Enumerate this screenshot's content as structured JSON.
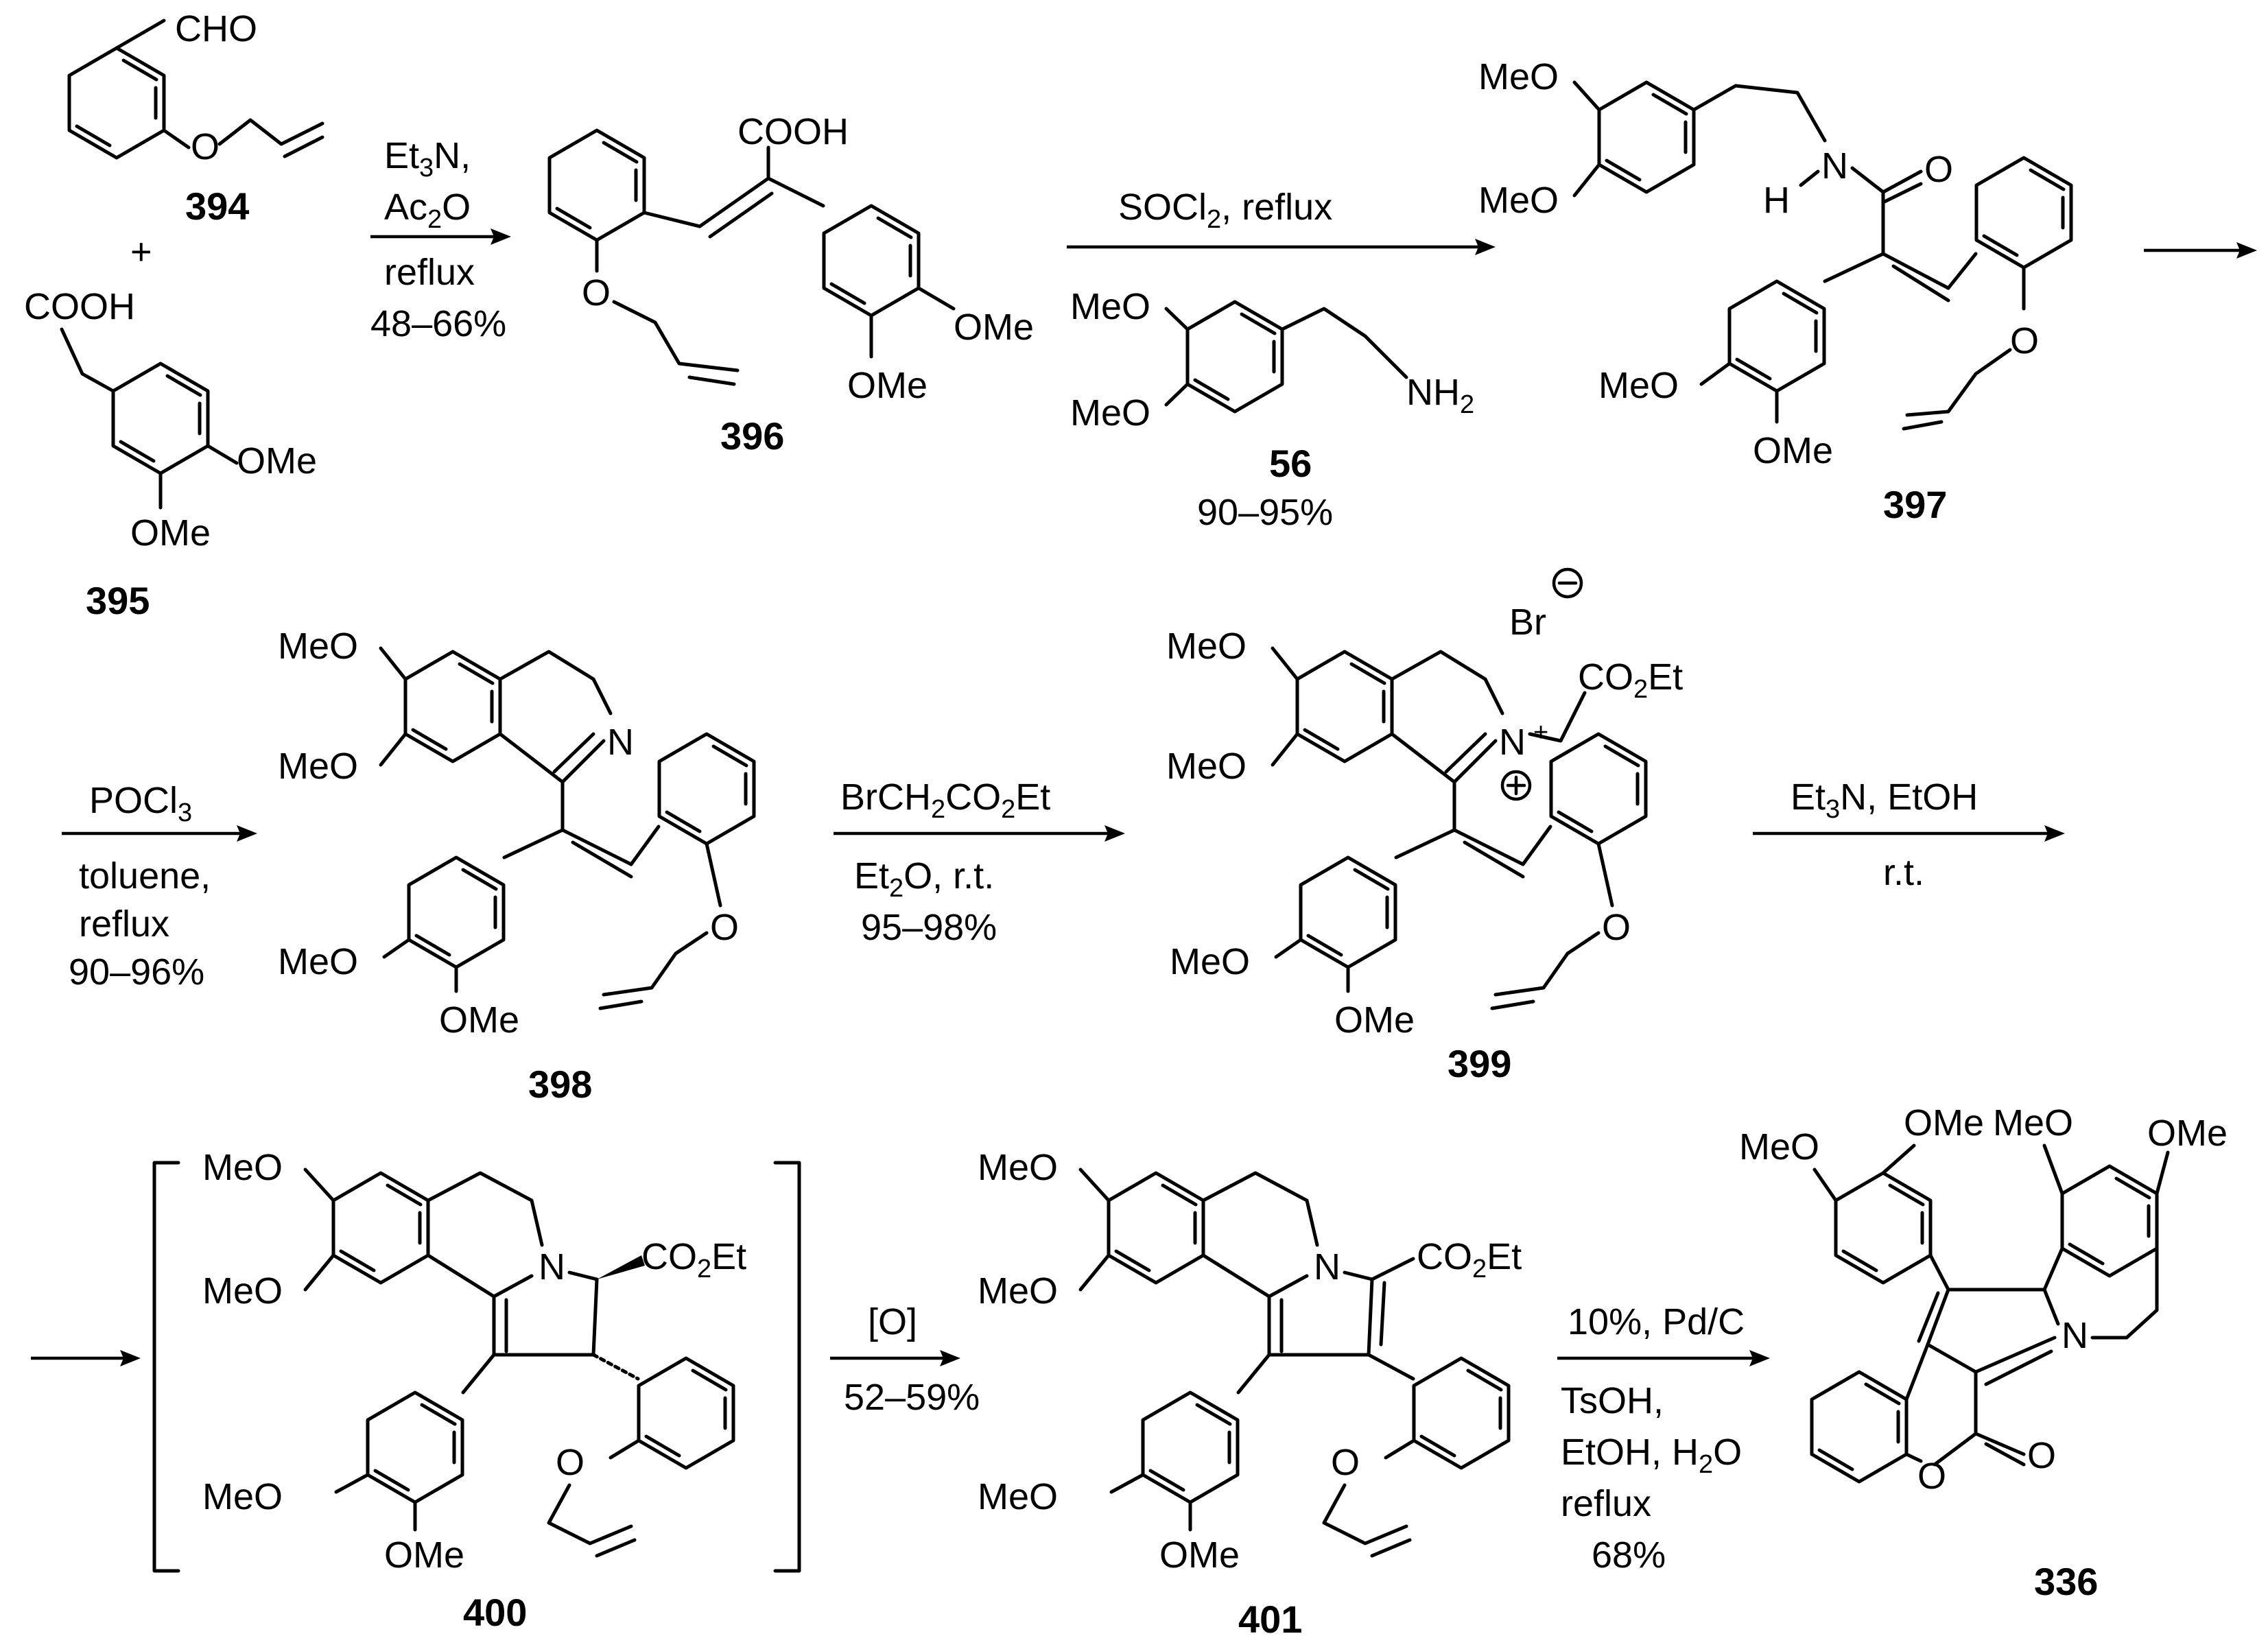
{
  "compounds": {
    "c394": "394",
    "c395": "395",
    "c396": "396",
    "c56": "56",
    "c397": "397",
    "c398": "398",
    "c399": "399",
    "c400": "400",
    "c401": "401",
    "c336": "336"
  },
  "labels": {
    "cho": "CHO",
    "cooh": "COOH",
    "ome": "OMe",
    "meo": "MeO",
    "o": "O",
    "n": "N",
    "h": "H",
    "plus": "+",
    "br": "Br",
    "co2et_a": "CO",
    "co2et_b": "2",
    "co2et_c": "Et",
    "nh2_a": "NH",
    "nh2_b": "2"
  },
  "conditions": {
    "step1": {
      "l1a": "Et",
      "l1b": "3",
      "l1c": "N,",
      "l2a": "Ac",
      "l2b": "2",
      "l2c": "O",
      "l3": "reflux",
      "l4": "48–66%"
    },
    "step2": {
      "l1a": "SOCl",
      "l1b": "2",
      "l1c": ", reflux",
      "yield": "90–95%"
    },
    "step3": {
      "l1a": "POCl",
      "l1b": "3",
      "l2": "toluene,",
      "l3": "reflux",
      "l4": "90–96%"
    },
    "step4": {
      "l1": "BrCH",
      "l1b": "2",
      "l1c": "CO",
      "l1d": "2",
      "l1e": "Et",
      "l2a": "Et",
      "l2b": "2",
      "l2c": "O, r.t.",
      "l3": "95–98%"
    },
    "step5": {
      "l1a": "Et",
      "l1b": "3",
      "l1c": "N, EtOH",
      "l2": "r.t."
    },
    "step6": {
      "l1": "[O]",
      "l2": "52–59%"
    },
    "step7": {
      "l1": "10%, Pd/C",
      "l2": "TsOH,",
      "l3a": "EtOH, H",
      "l3b": "2",
      "l3c": "O",
      "l4": "reflux",
      "l5": "68%"
    }
  }
}
